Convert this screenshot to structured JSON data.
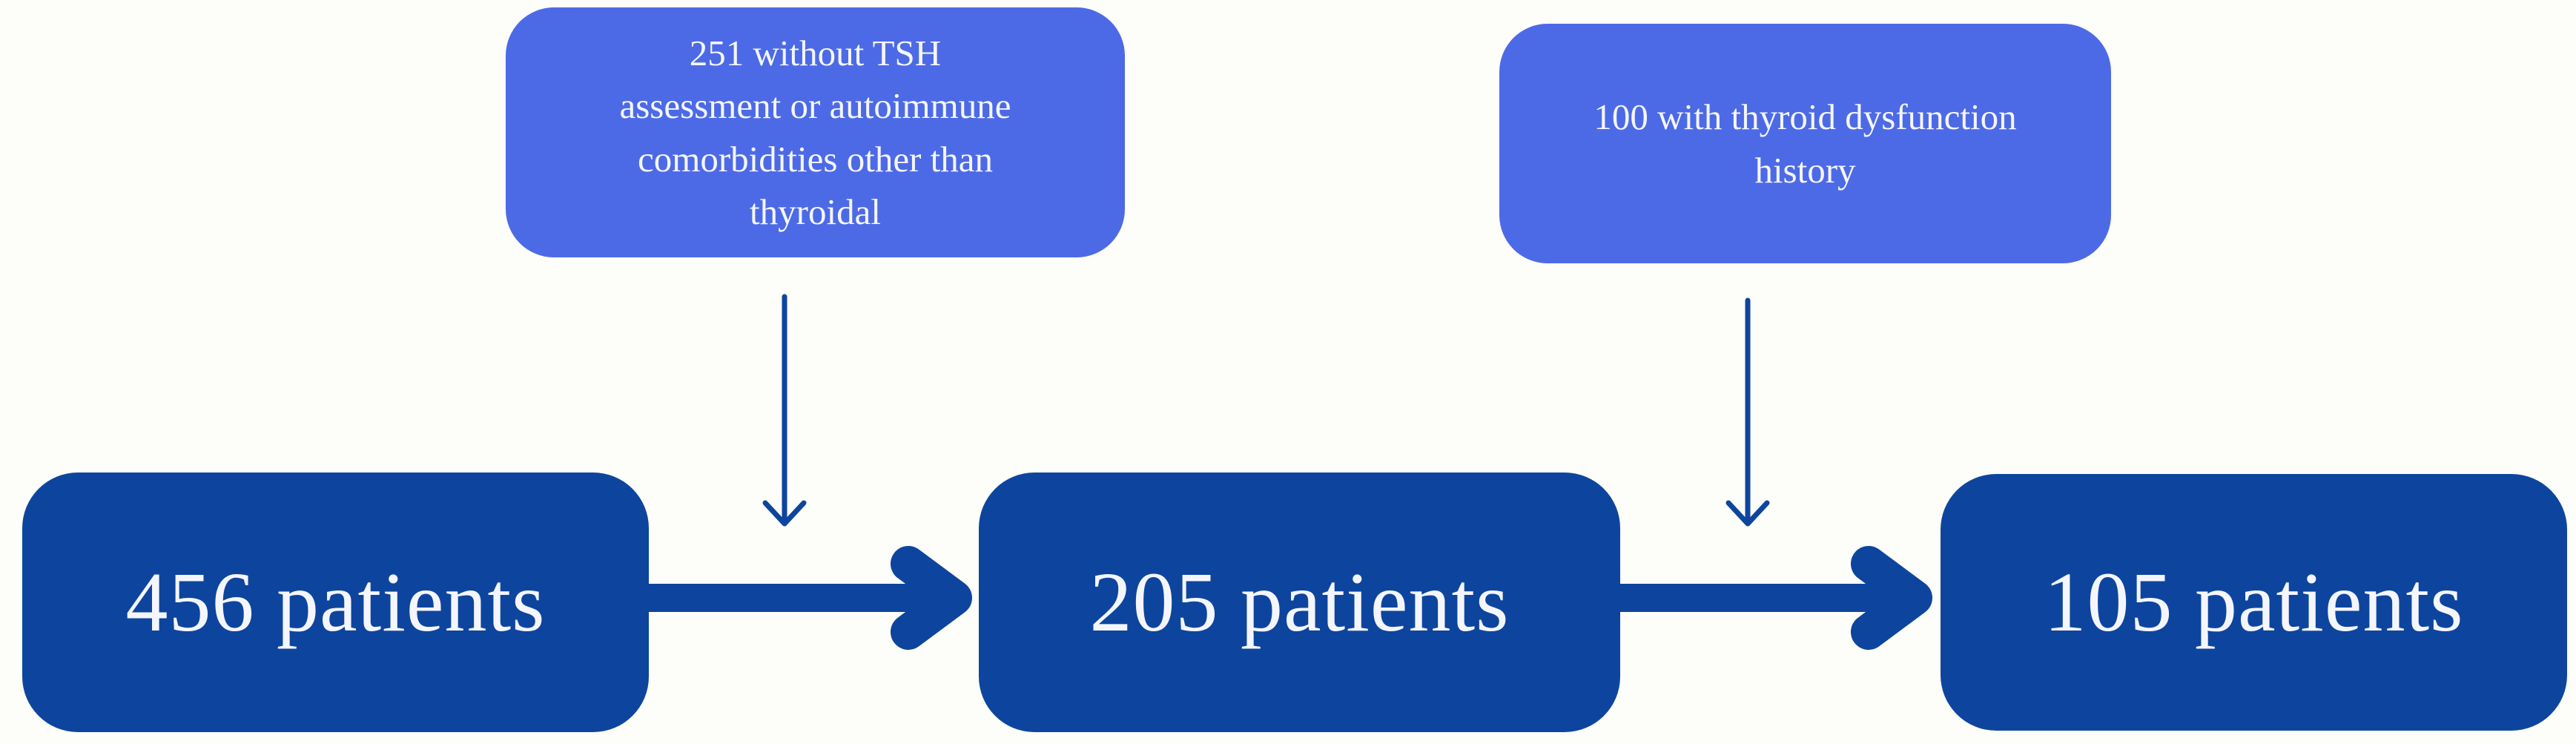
{
  "diagram": {
    "colors": {
      "background": "#fdfdf9",
      "stage_box": "#0d459e",
      "exclusion_box": "#4d6ae6",
      "arrow": "#0d459e",
      "text_color": "#f4f6fc"
    },
    "stages": [
      {
        "label": "456 patients"
      },
      {
        "label": "205 patients"
      },
      {
        "label": "105 patients"
      }
    ],
    "exclusions": [
      {
        "lines": [
          "251 without TSH",
          "assessment or autoimmune",
          "comorbidities other than",
          "thyroidal"
        ],
        "text": "251 without TSH assessment or autoimmune comorbidities other than thyroidal"
      },
      {
        "lines": [
          "100 with thyroid dysfunction",
          "history"
        ],
        "text": "100 with thyroid dysfunction history"
      }
    ]
  }
}
